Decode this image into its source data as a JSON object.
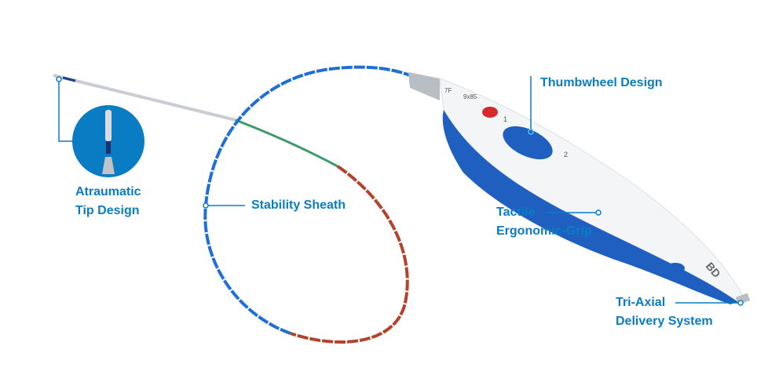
{
  "colors": {
    "accent": "#0a7cc4",
    "device_blue": "#1f5fbf",
    "sheath_red": "#b5432c",
    "sheath_green": "#3f9a6a"
  },
  "callouts": {
    "tip": {
      "line1": "Atraumatic",
      "line2": "Tip Design"
    },
    "sheath": {
      "line1": "Stability Sheath"
    },
    "thumbwheel": {
      "line1": "Thumbwheel Design"
    },
    "grip": {
      "line1": "Tactile",
      "line2": "Ergonomic-Grip"
    },
    "delivery": {
      "line1": "Tri-Axial",
      "line2": "Delivery System"
    }
  },
  "device": {
    "mark_1": "1",
    "mark_2": "2",
    "size_1": "7F",
    "size_2": "9x85",
    "brand": "BD"
  }
}
